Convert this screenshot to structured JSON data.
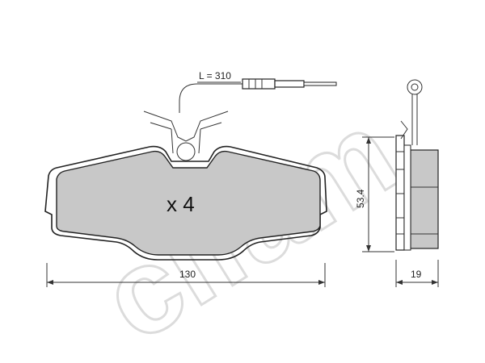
{
  "diagram": {
    "wire_label": "L = 310",
    "quantity_label": "x 4",
    "width_dim": "130",
    "height_dim": "53.4",
    "thickness_dim": "19",
    "watermark_text": "cifam",
    "colors": {
      "pad_fill": "#c8c8c8",
      "line": "#222222",
      "watermark": "#e2e2e2"
    }
  }
}
